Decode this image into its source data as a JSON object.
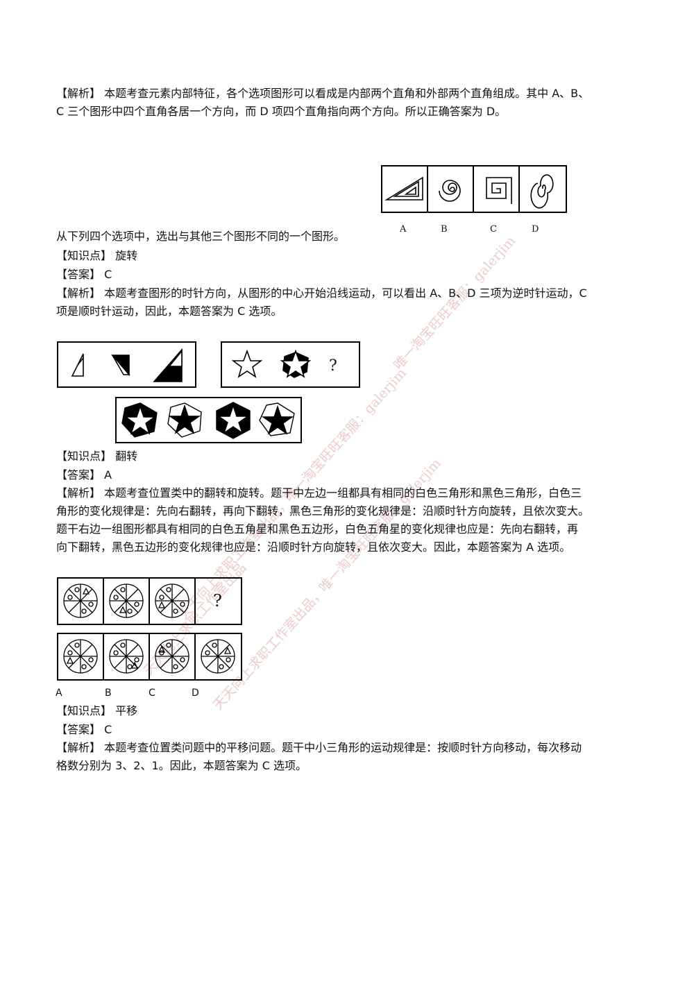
{
  "sections": {
    "s1": {
      "analysis_tag": "【解析】",
      "analysis_lines": [
        "本题考查元素内部特征，各个选项图形可以看成是内部两个直角和外部两个直角组成。其中 A、B、",
        "C 三个图形中四个直角各居一个方向，而 D 项四个直角指向两个方向。所以正确答案为 D。"
      ]
    },
    "s2": {
      "question": "从下列四个选项中，选出与其他三个图形不同的一个图形。",
      "option_labels": [
        "A",
        "B",
        "C",
        "D"
      ],
      "knowledge_tag": "【知识点】",
      "knowledge_value": "旋转",
      "answer_tag": "【答案】",
      "answer_value": "C",
      "analysis_tag": "【解析】",
      "analysis_lines": [
        "本题考查图形的时针方向，从图形的中心开始沿线运动，可以看出 A、B、D 三项为逆时针运动，C",
        "项是顺时针运动，因此，本题答案为 C 选项。"
      ]
    },
    "s3": {
      "question_mark": "?",
      "knowledge_tag": "【知识点】",
      "knowledge_value": "翻转",
      "answer_tag": "【答案】",
      "answer_value": "A",
      "analysis_tag": "【解析】",
      "analysis_lines": [
        "本题考查位置类中的翻转和旋转。题干中左边一组都具有相同的白色三角形和黑色三角形，白色三",
        "角形的变化规律是：先向右翻转，再向下翻转，黑色三角形的变化规律是：沿顺时针方向旋转，且依次变大。",
        "题干右边一组图形都具有相同的白色五角星和黑色五边形，白色五角星的变化规律也应是：先向右翻转，再",
        "向下翻转，黑色五边形的变化规律也应是：沿顺时针方向旋转，且依次变大。因此，本题答案为 A 选项。"
      ]
    },
    "s4": {
      "question_mark": "?",
      "option_labels": [
        "A",
        "B",
        "C",
        "D"
      ],
      "knowledge_tag": "【知识点】",
      "knowledge_value": "平移",
      "answer_tag": "【答案】",
      "answer_value": "C",
      "analysis_tag": "【解析】",
      "analysis_lines": [
        "本题考查位置类问题中的平移问题。题干中小三角形的运动规律是：按顺时针方向移动，每次移动",
        "格数分别为 3、2、1。因此，本题答案为 C 选项。"
      ]
    }
  },
  "watermarks": {
    "w1": "唯一淘宝旺旺客服：galerjim",
    "w2": "天天向上求职工作室出品，唯一淘宝旺旺客服：galerjim",
    "w3": "天天向上求职工作室出品，唯一淘宝旺旺客服：galerjim",
    "w4": "天天向上求职工作室出品"
  }
}
